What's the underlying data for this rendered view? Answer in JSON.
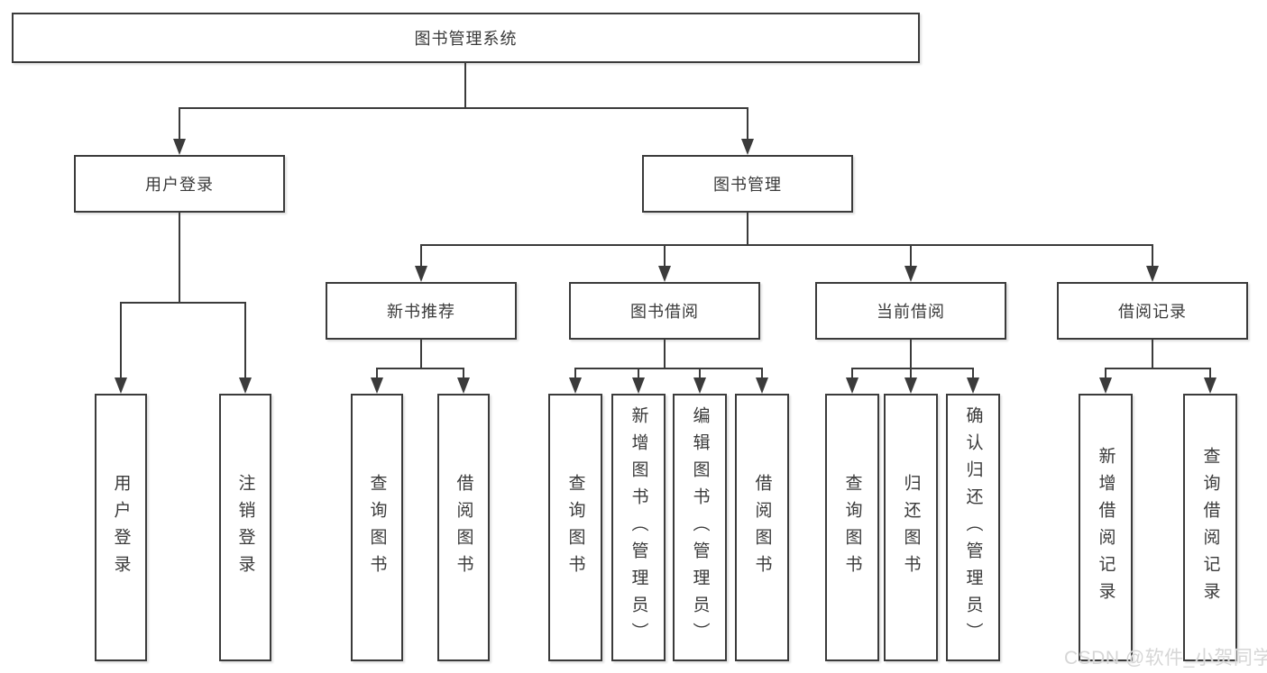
{
  "tree": {
    "root": {
      "label": "图书管理系统",
      "children": [
        {
          "label": "用户登录",
          "children": [
            {
              "label": "用户登录"
            },
            {
              "label": "注销登录"
            }
          ]
        },
        {
          "label": "图书管理",
          "children": [
            {
              "label": "新书推荐",
              "children": [
                {
                  "label": "查询图书"
                },
                {
                  "label": "借阅图书"
                }
              ]
            },
            {
              "label": "图书借阅",
              "children": [
                {
                  "label": "查询图书"
                },
                {
                  "label": "新增图书（管理员）"
                },
                {
                  "label": "编辑图书（管理员）"
                },
                {
                  "label": "借阅图书"
                }
              ]
            },
            {
              "label": "当前借阅",
              "children": [
                {
                  "label": "查询图书"
                },
                {
                  "label": "归还图书"
                },
                {
                  "label": "确认归还（管理员）"
                }
              ]
            },
            {
              "label": "借阅记录",
              "children": [
                {
                  "label": "新增借阅记录"
                },
                {
                  "label": "查询借阅记录"
                }
              ]
            }
          ]
        }
      ]
    }
  },
  "watermark": {
    "text": "CSDN @软件_小贺同学"
  },
  "colors": {
    "line": "#3b3b3b",
    "text": "#3a3a3a",
    "box_background": "#ffffff",
    "page_background": "#ffffff",
    "watermark": "#d6d6d6"
  }
}
